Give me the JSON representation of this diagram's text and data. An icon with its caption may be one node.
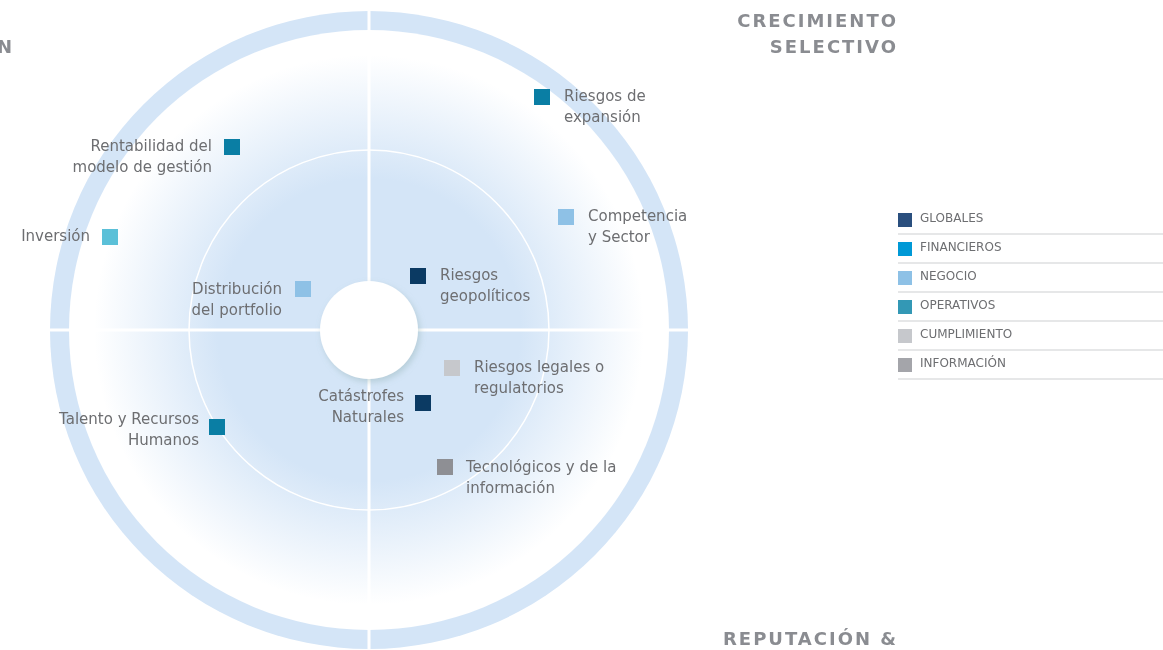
{
  "diagram": {
    "labels": [
      "N",
      "CRECIMIENTO SELECTIVO",
      "Riesgos de expansión",
      "Rentabilidad del modelo de gestión",
      "Competencia y Sector",
      "Inversión",
      "Riesgos geopolíticos",
      "Distribución del portfolio",
      "Riesgos legales o regulatorios",
      "Catástrofes Naturales",
      "Talento y Recursos Humanos",
      "Tecnológicos y de la información",
      "REPUTACIÓN &"
    ],
    "legend": [
      {
        "text": "GLOBALES",
        "color": "#2a4f7e"
      },
      {
        "text": "FINANCIEROS",
        "color": "#0099d6"
      },
      {
        "text": "NEGOCIO",
        "color": "#8ec1e6"
      },
      {
        "text": "OPERATIVOS",
        "color": "#3398b5"
      },
      {
        "text": "CUMPLIMIENTO",
        "color": "#c6c8cc"
      },
      {
        "text": "INFORMACIÓN",
        "color": "#a4a5aa"
      }
    ]
  }
}
